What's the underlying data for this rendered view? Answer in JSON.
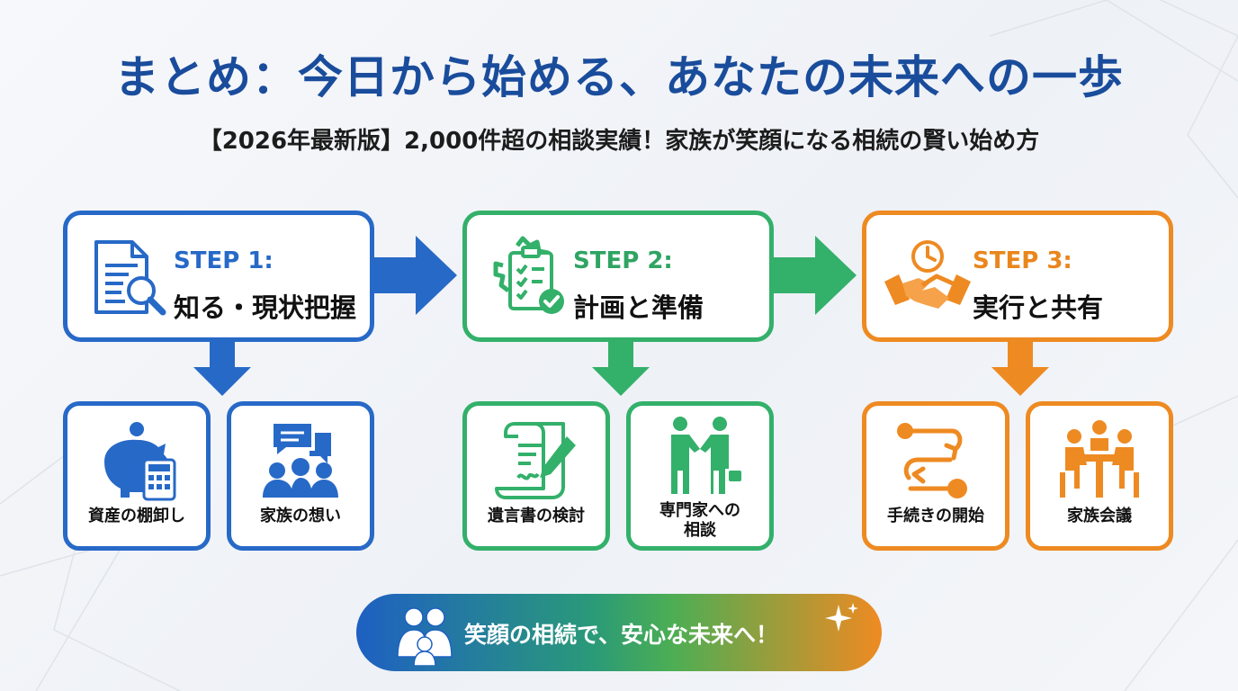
{
  "title": "まとめ：今日から始める、あなたの未来への一歩",
  "subtitle": "【2026年最新版】2,000件超の相談実績！家族が笑顔になる相続の賢い始め方",
  "colors": {
    "blue": "#2769c7",
    "green": "#33b06a",
    "orange": "#ee8a22",
    "title": "#1a4c9c"
  },
  "steps": [
    {
      "label": "STEP 1:",
      "name": "知る・現状把握",
      "icon": "document-search-icon",
      "subitems": [
        {
          "label": "資産の棚卸し",
          "icon": "piggy-bank-calculator-icon"
        },
        {
          "label": "家族の想い",
          "icon": "family-chat-icon"
        }
      ]
    },
    {
      "label": "STEP 2:",
      "name": "計画と準備",
      "icon": "gear-checklist-icon",
      "subitems": [
        {
          "label": "遺言書の検討",
          "icon": "scroll-pen-icon"
        },
        {
          "label": "専門家への相談",
          "icon": "handshake-people-icon"
        }
      ]
    },
    {
      "label": "STEP 3:",
      "name": "実行と共有",
      "icon": "clock-handshake-icon",
      "subitems": [
        {
          "label": "手続きの開始",
          "icon": "process-flow-icon"
        },
        {
          "label": "家族会議",
          "icon": "family-meeting-icon"
        }
      ]
    }
  ],
  "banner": {
    "text": "笑顔の相続で、安心な未来へ！",
    "icon": "family-icon"
  }
}
